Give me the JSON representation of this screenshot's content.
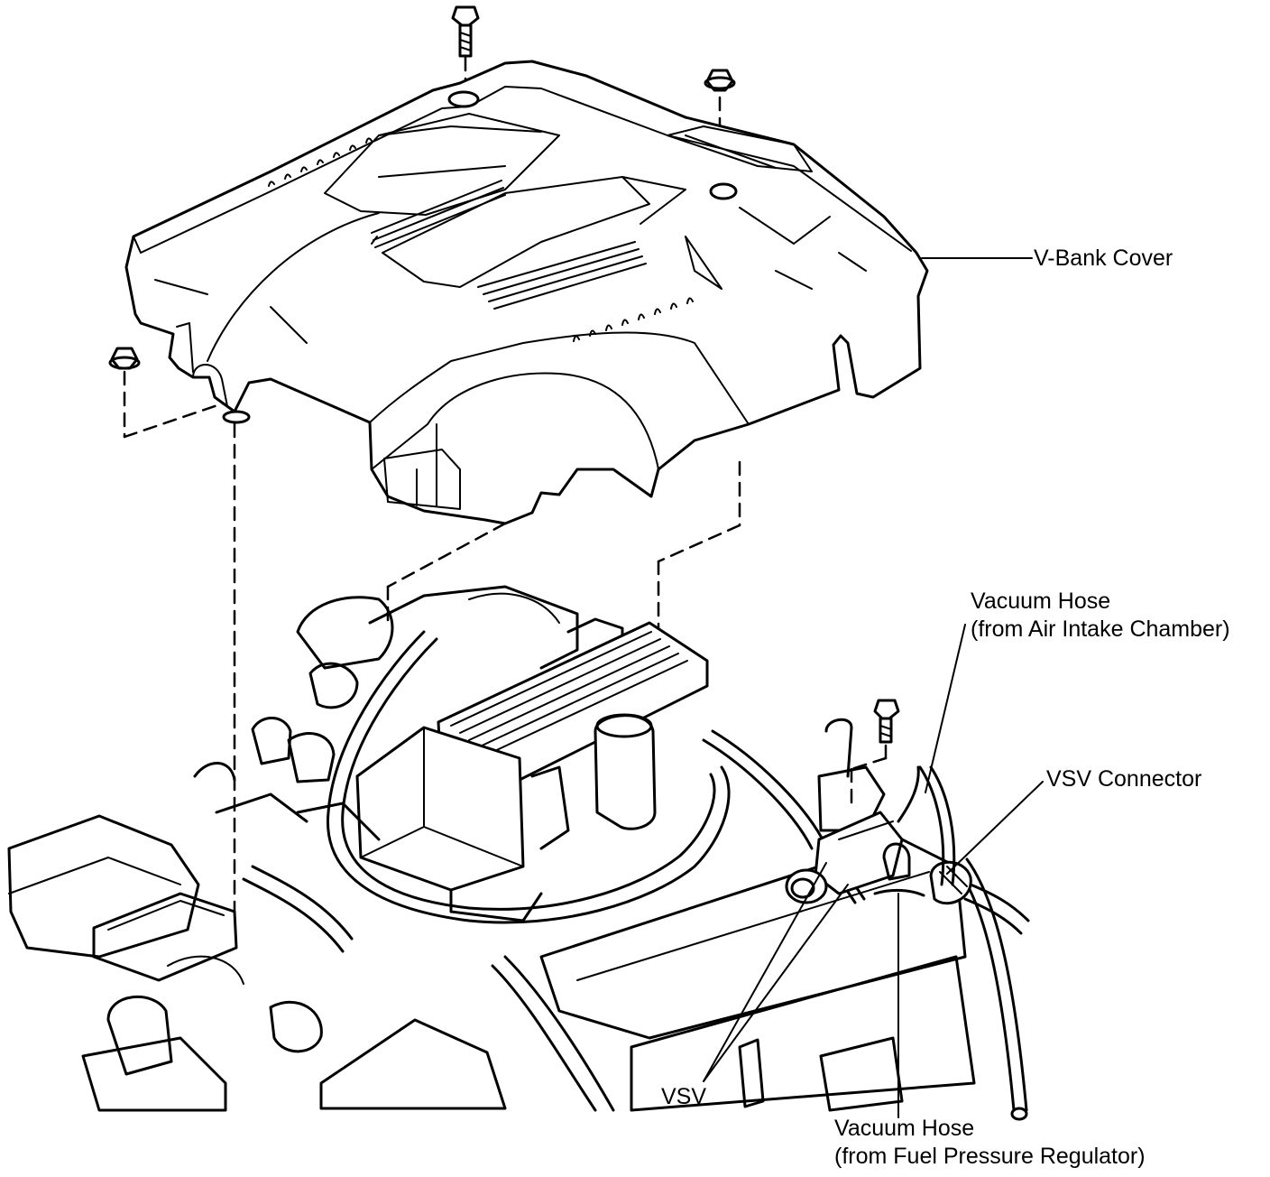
{
  "labels": {
    "v_bank_cover": "V-Bank Cover",
    "vacuum_hose_air": {
      "line1": "Vacuum Hose",
      "line2": "(from Air Intake Chamber)"
    },
    "vsv_connector": "VSV Connector",
    "vsv": "VSV",
    "vacuum_hose_fuel": {
      "line1": "Vacuum Hose",
      "line2": "(from Fuel Pressure Regulator)"
    }
  },
  "colors": {
    "ink": "#000000",
    "paper": "#ffffff"
  }
}
